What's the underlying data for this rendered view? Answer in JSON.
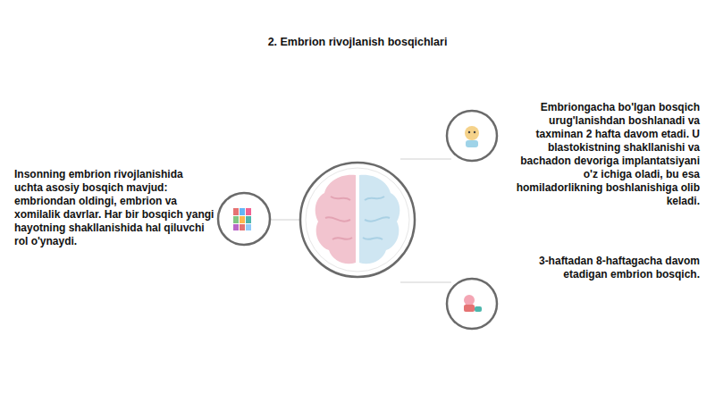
{
  "diagram": {
    "title": "2. Embrion rivojlanish bosqichlari",
    "labels": [
      "Insonning embrion rivojlanishida uchta asosiy bosqich mavjud: embriondan oldingi, embrion va xomilalik davrlar. Har bir bosqich yangi hayotning shakllanishida hal qiluvchi rol o'ynaydi.",
      "Embriongacha bo'lgan bosqich urug'lanishdan boshlanadi va taxminan 2 hafta davom etadi. U blastokistning shakllanishi va bachadon devoriga implantatsiyani o'z ichiga oladi, bu esa homiladorlikning boshlanishiga olib keladi.",
      "3-haftadan 8-haftagacha davom etadigan embrion bosqich."
    ]
  }
}
